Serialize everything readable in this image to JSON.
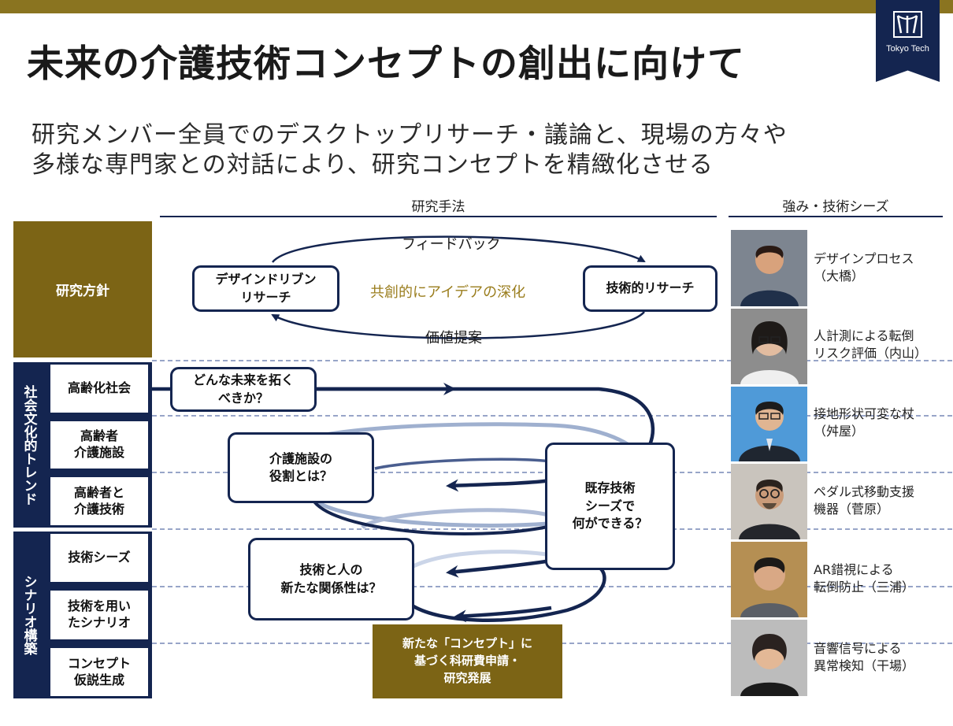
{
  "header": {
    "title": "未来の介護技術コンセプトの創出に向けて",
    "subtitle_lines": [
      "研究メンバー全員でのデスクトップリサーチ・議論と、現場の方々や",
      "多様な専門家との対話により、研究コンセプトを精緻化させる"
    ],
    "logo_text": "Tokyo Tech"
  },
  "columns": {
    "methods": "研究手法",
    "seeds": "強み・技術シーズ"
  },
  "policy": {
    "label": "研究方針",
    "left_node": "デザインドリブン\nリサーチ",
    "right_node": "技術的リサーチ",
    "center_text": "共創的にアイデアの深化",
    "top_arrow": "フィードバック",
    "bottom_arrow": "価値提案"
  },
  "trend_group": {
    "label": "社会文化的トレンド",
    "rows": [
      "高齢化社会",
      "高齢者\n介護施設",
      "高齢者と\n介護技術"
    ]
  },
  "scenario_group": {
    "label": "シナリオ構築",
    "rows": [
      "技術シーズ",
      "技術を用い\nたシナリオ",
      "コンセプト\n仮説生成"
    ]
  },
  "nodes": {
    "future": "どんな未来を拓く\nべきか？",
    "facility": "介護施設の\n役割とは？",
    "relationship": "技術と人の\n新たな関係性は？",
    "existing": "既存技術\nシーズで\n何ができる？",
    "concept": "新たな「コンセプト」に\n基づく科研費申請・\n研究発展"
  },
  "seeds": [
    {
      "text": "デザインプロセス\n（大橋）",
      "bg": "#6b6f78"
    },
    {
      "text": "人計測による転倒\nリスク評価（内山）",
      "bg": "#8d8d8d"
    },
    {
      "text": "接地形状可変な杖\n（舛屋）",
      "bg": "#4f9ad8"
    },
    {
      "text": "ペダル式移動支援\n機器（菅原）",
      "bg": "#c9c4bd"
    },
    {
      "text": "AR錯視による\n転倒防止（三浦）",
      "bg": "#b58f53"
    },
    {
      "text": "音響信号による\n異常検知（干場）",
      "bg": "#bcbcbc"
    }
  ],
  "colors": {
    "gold_bar": "#8a7420",
    "gold_box": "#7c6415",
    "navy": "#142550",
    "center_text": "#9a7d1d"
  }
}
